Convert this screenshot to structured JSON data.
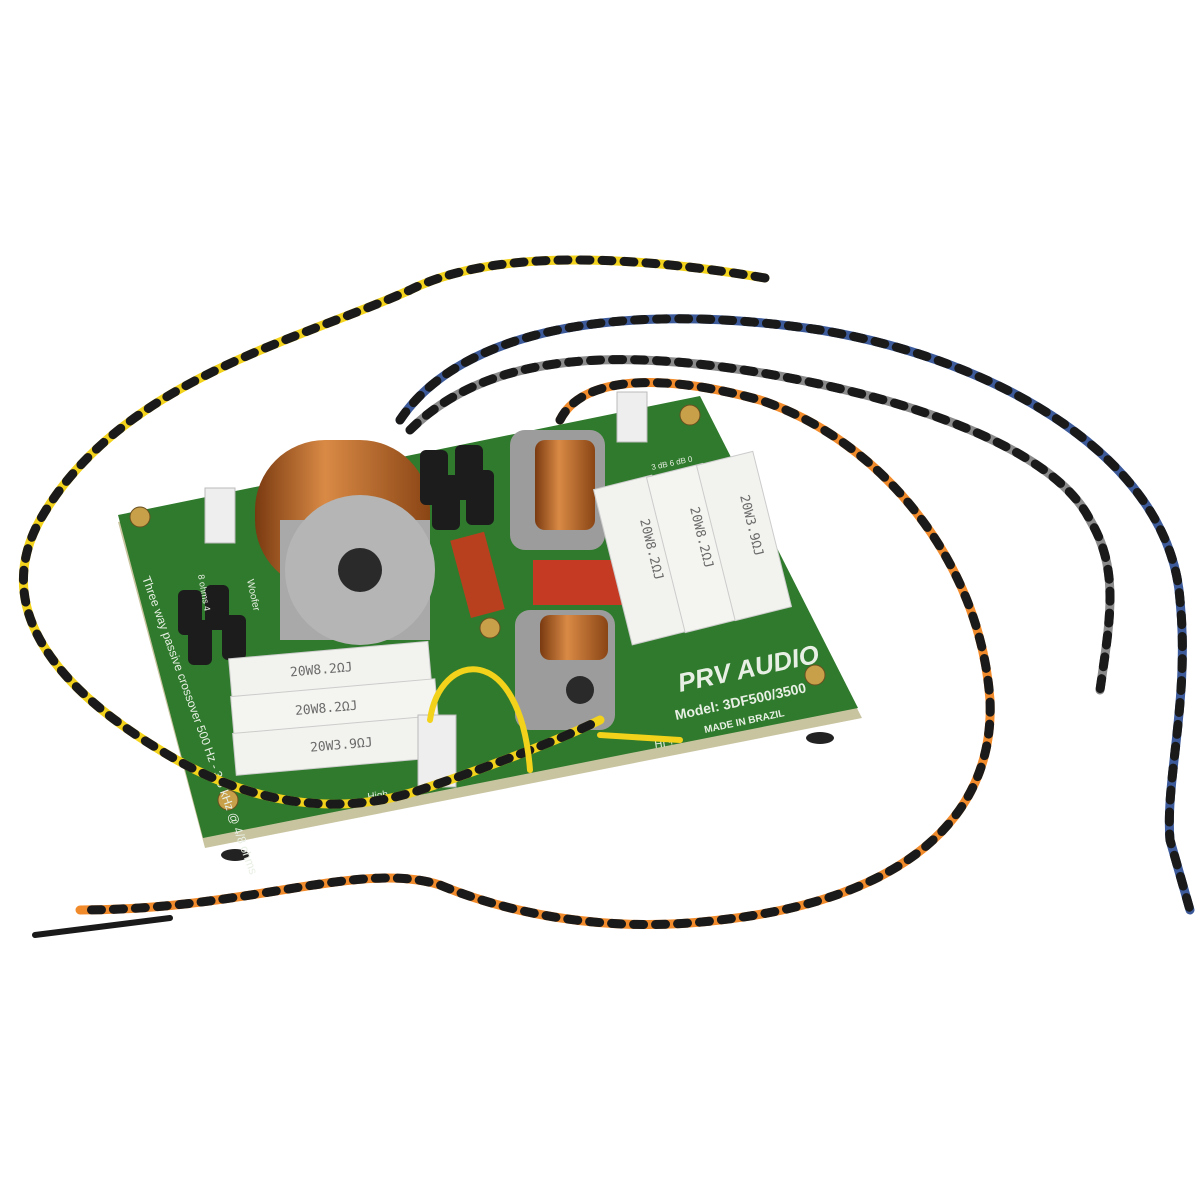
{
  "product": {
    "brand_logo": "PRV AUDIO",
    "model": "Model: 3DF500/3500",
    "origin": "MADE IN BRAZIL",
    "description": "Three way passive crossover 500 Hz - 3,5 kHz @ 4/8 ohms",
    "labels": {
      "woofer": "Woofer",
      "impedance": "8 ohms 4",
      "high": "High",
      "hi_terminal": "HI +",
      "attenuation": "3 dB  6 dB  0"
    },
    "resistors": [
      "20W8.2ΩJ",
      "20W8.2ΩJ",
      "20W3.9ΩJ",
      "20W8.2ΩJ",
      "20W8.2ΩJ",
      "20W3.9ΩJ"
    ]
  },
  "colors": {
    "pcb": "#2f7a2c",
    "copper": "#b8672a",
    "wire_yellow": "#f2d21a",
    "wire_blue": "#3c5a9a",
    "wire_gray": "#8a8a8a",
    "wire_orange": "#f08a2a",
    "wire_black": "#1a1a1a"
  }
}
